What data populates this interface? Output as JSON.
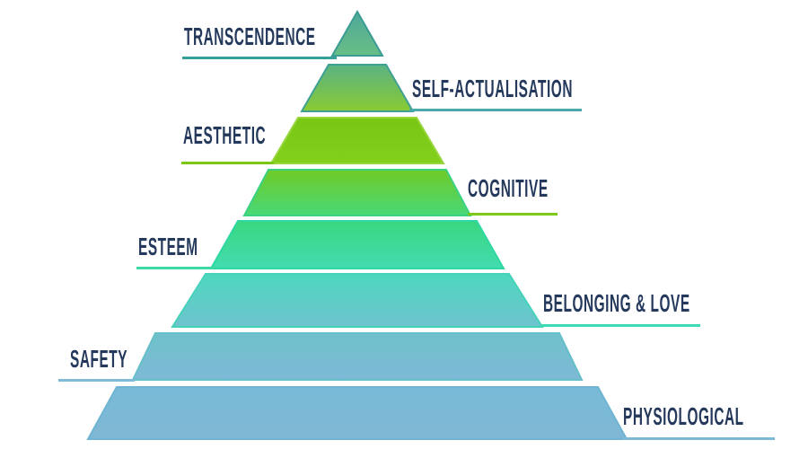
{
  "diagram": {
    "type": "pyramid-hierarchy",
    "level_count": 8,
    "order": "top-to-bottom"
  },
  "colors": {
    "background": "#FFFFFF",
    "label_text": "#24395B"
  },
  "levels": [
    {
      "rank": 1,
      "label": "TRANSCENDENCE",
      "side": "left",
      "color_top": "#4FA89B",
      "color_bottom": "#68BE85",
      "edge_color": "#3A9C93",
      "line_color": "#35A09A"
    },
    {
      "rank": 2,
      "label": "SELF-ACTUALISATION",
      "side": "right",
      "color_top": "#5BB283",
      "color_bottom": "#89CB34",
      "edge_color": "#3FA193",
      "line_color": "#4AA9AB"
    },
    {
      "rank": 3,
      "label": "AESTHETIC",
      "side": "left",
      "color_top": "#79C614",
      "color_bottom": "#82D01C",
      "edge_color": "#98D63F",
      "line_color": "#7CC713"
    },
    {
      "rank": 4,
      "label": "COGNITIVE",
      "side": "right",
      "color_top": "#70CB27",
      "color_bottom": "#48D878",
      "edge_color": "#3BD184",
      "line_color": "#7DC818"
    },
    {
      "rank": 5,
      "label": "ESTEEM",
      "side": "left",
      "color_top": "#38D77F",
      "color_bottom": "#43DCB1",
      "edge_color": "#2FD7A4",
      "line_color": "#3DD9A4"
    },
    {
      "rank": 6,
      "label": "BELONGING & LOVE",
      "side": "right",
      "color_top": "#4ED7BD",
      "color_bottom": "#6EC3CF",
      "edge_color": "#45D2BB",
      "line_color": "#3EDCB4"
    },
    {
      "rank": 7,
      "label": "SAFETY",
      "side": "left",
      "color_top": "#6FC1CB",
      "color_bottom": "#7EB9D6",
      "edge_color": "#66BFC9",
      "line_color": "#7FBBD8"
    },
    {
      "rank": 8,
      "label": "PHYSIOLOGICAL",
      "side": "right",
      "color_top": "#78BBD8",
      "color_bottom": "#7FB7D3",
      "edge_color": "#6FB4D2",
      "line_color": "#7CB9D6"
    }
  ]
}
